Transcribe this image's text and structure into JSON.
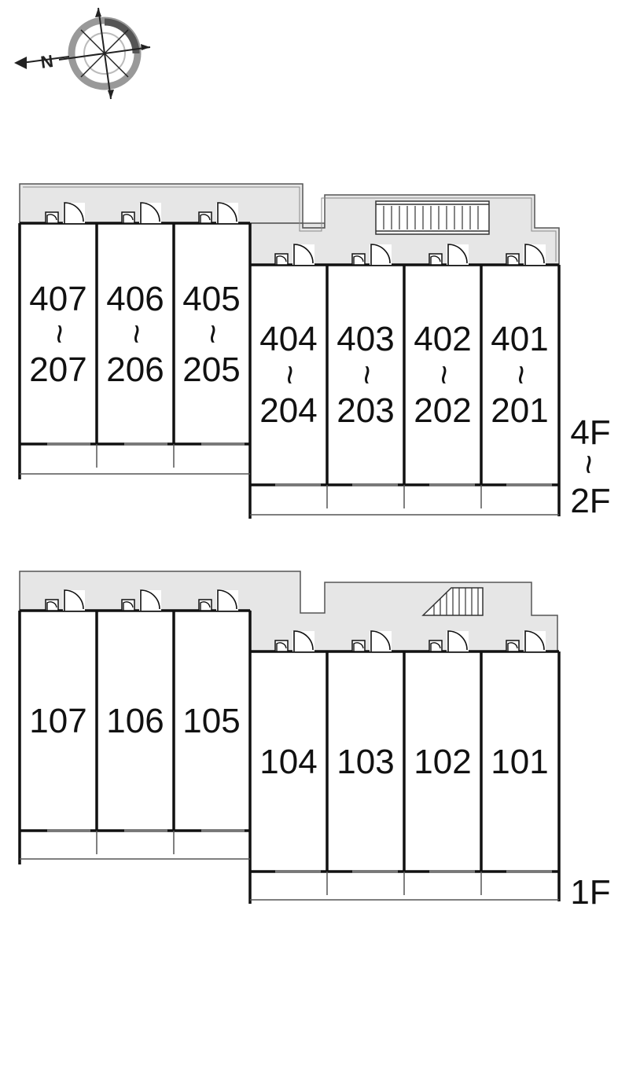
{
  "compass": {
    "north_label": "N",
    "icon": "compass-rose-icon"
  },
  "colors": {
    "corridor": "#e6e6e6",
    "wall": "#111111",
    "line": "#444444"
  },
  "upper_block": {
    "wing_left_units": [
      {
        "top": "407",
        "range_mark": "~",
        "bottom": "207"
      },
      {
        "top": "406",
        "range_mark": "~",
        "bottom": "206"
      },
      {
        "top": "405",
        "range_mark": "~",
        "bottom": "205"
      }
    ],
    "wing_right_units": [
      {
        "top": "404",
        "range_mark": "~",
        "bottom": "204"
      },
      {
        "top": "403",
        "range_mark": "~",
        "bottom": "203"
      },
      {
        "top": "402",
        "range_mark": "~",
        "bottom": "202"
      },
      {
        "top": "401",
        "range_mark": "~",
        "bottom": "201"
      }
    ],
    "floor_label": {
      "top": "4F",
      "range_mark": "~",
      "bottom": "2F"
    }
  },
  "lower_block": {
    "wing_left_units": [
      "107",
      "106",
      "105"
    ],
    "wing_right_units": [
      "104",
      "103",
      "102",
      "101"
    ],
    "floor_label": "1F"
  }
}
